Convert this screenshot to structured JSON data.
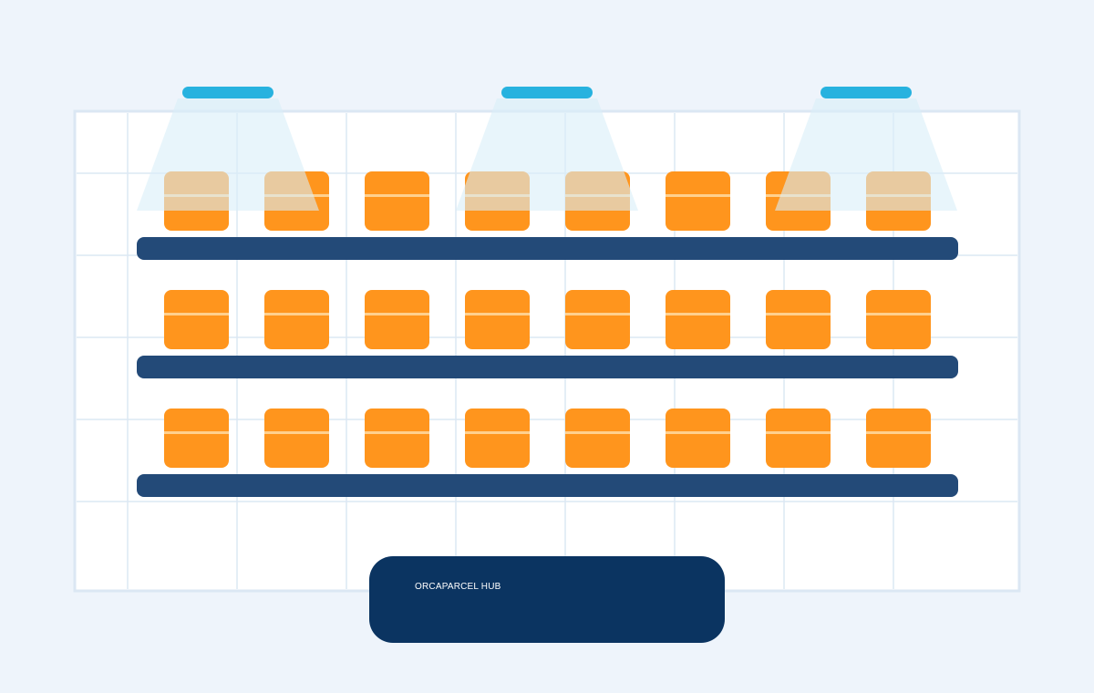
{
  "hub": {
    "label": "ORCAPARCEL HUB"
  },
  "warehouse": {
    "shelf_count": 3,
    "parcels_per_shelf": 8,
    "ceiling_light_count": 3
  },
  "colors": {
    "background": "#eef4fb",
    "grid_panel": "#ffffff",
    "grid_line": "#dce8f4",
    "panel_border": "#dbe7f3",
    "parcel": "#ff951d",
    "parcel_stripe": "#ffd08e",
    "shelf": "#234a78",
    "hub_sign": "#0b3461",
    "hub_text": "#ffffff",
    "light_fixture": "#27b2df",
    "light_beam": "#d9eef9"
  },
  "icons": {
    "parcel": "parcel-box-icon",
    "light": "ceiling-light-icon"
  }
}
